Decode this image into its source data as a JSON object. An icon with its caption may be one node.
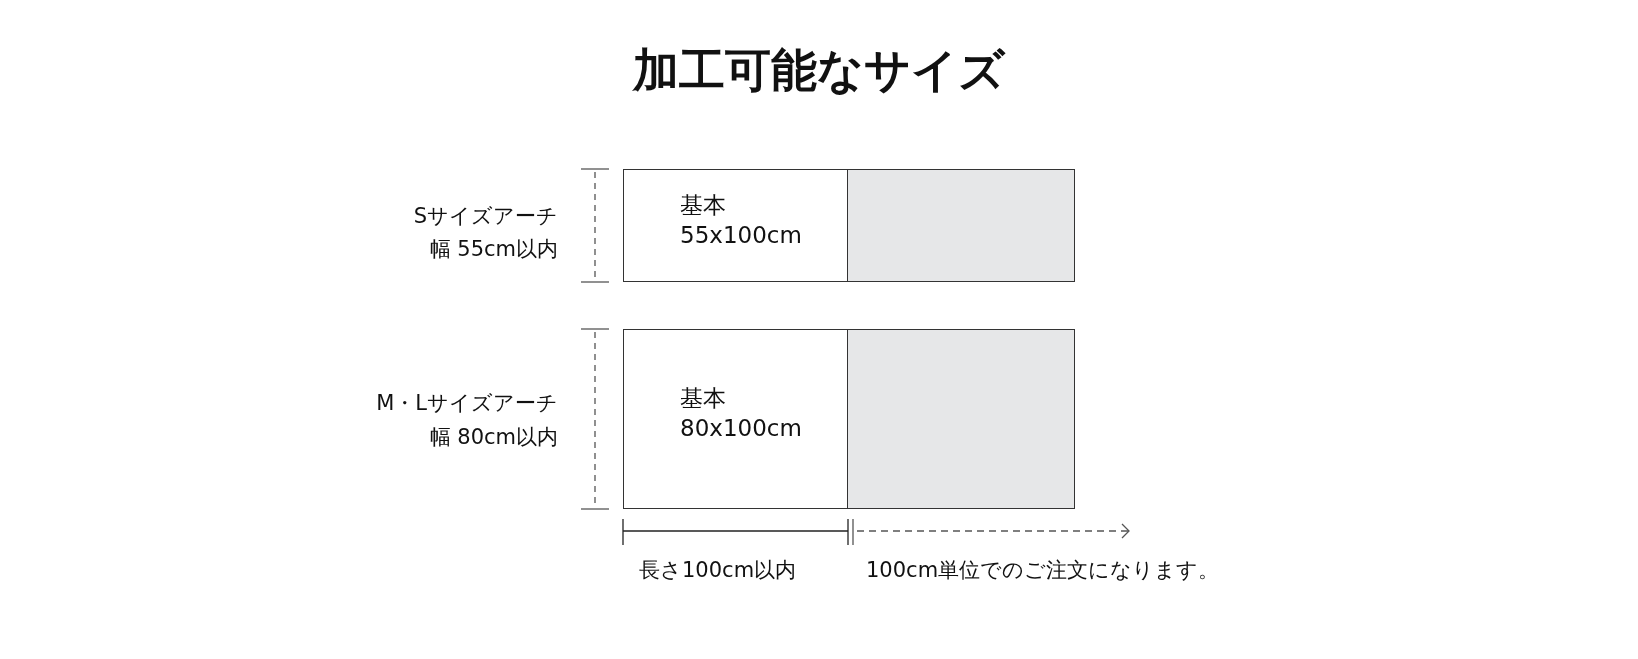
{
  "diagram": {
    "title": "加工可能なサイズ",
    "nodes": [
      {
        "text": [
          "基本",
          "55x100cm"
        ]
      },
      {
        "text": [],
        "shape": "box"
      },
      {
        "text": [
          "基本",
          "80x100cm"
        ]
      },
      {
        "text": [],
        "shape": "box"
      }
    ],
    "labels": [
      "Sサイズアーチ",
      "幅 55cm以内",
      "M・Lサイズアーチ",
      "幅 80cm以内",
      "長さ100cm以内",
      "100cm単位でのご注文になります。"
    ]
  }
}
